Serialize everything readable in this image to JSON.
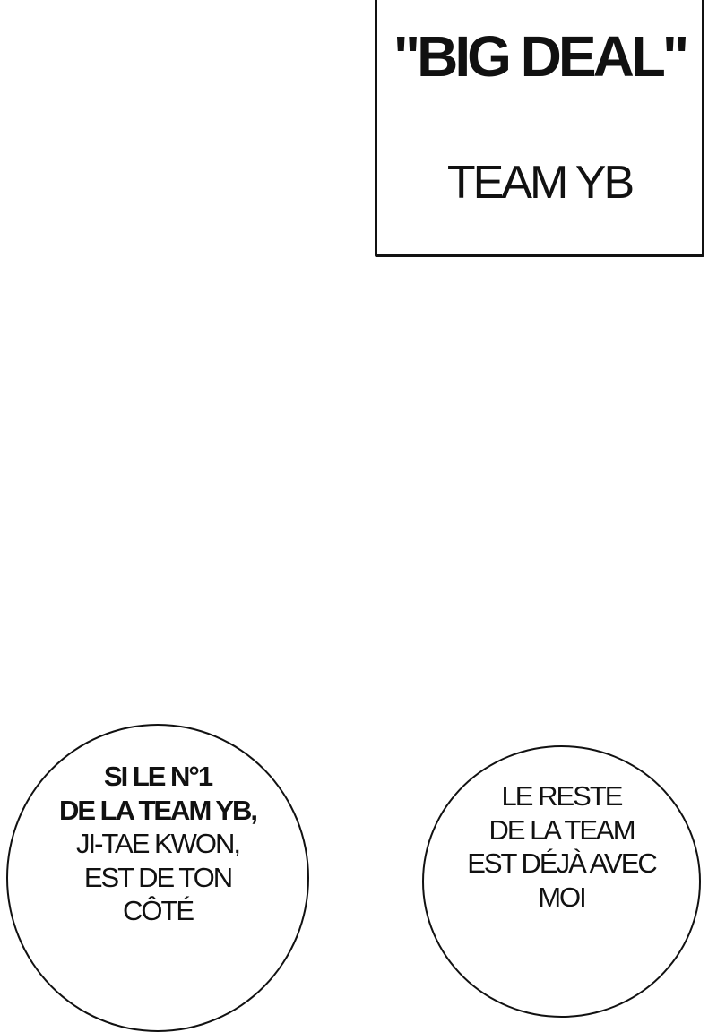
{
  "caption": {
    "title": "\"BIG DEAL\"",
    "subtitle": "TEAM YB"
  },
  "bubbles": [
    {
      "lines": [
        {
          "text": "SI LE N°1",
          "bold": true
        },
        {
          "text": "DE LA TEAM YB,",
          "bold": true
        },
        {
          "text": "JI-TAE KWON,",
          "bold": false
        },
        {
          "text": "EST DE TON",
          "bold": false
        },
        {
          "text": "CÔTÉ",
          "bold": false
        }
      ]
    },
    {
      "lines": [
        {
          "text": "LE RESTE"
        },
        {
          "text": "DE LA TEAM"
        },
        {
          "text": "EST DÉJÀ AVEC"
        },
        {
          "text": "MOI"
        }
      ]
    }
  ]
}
